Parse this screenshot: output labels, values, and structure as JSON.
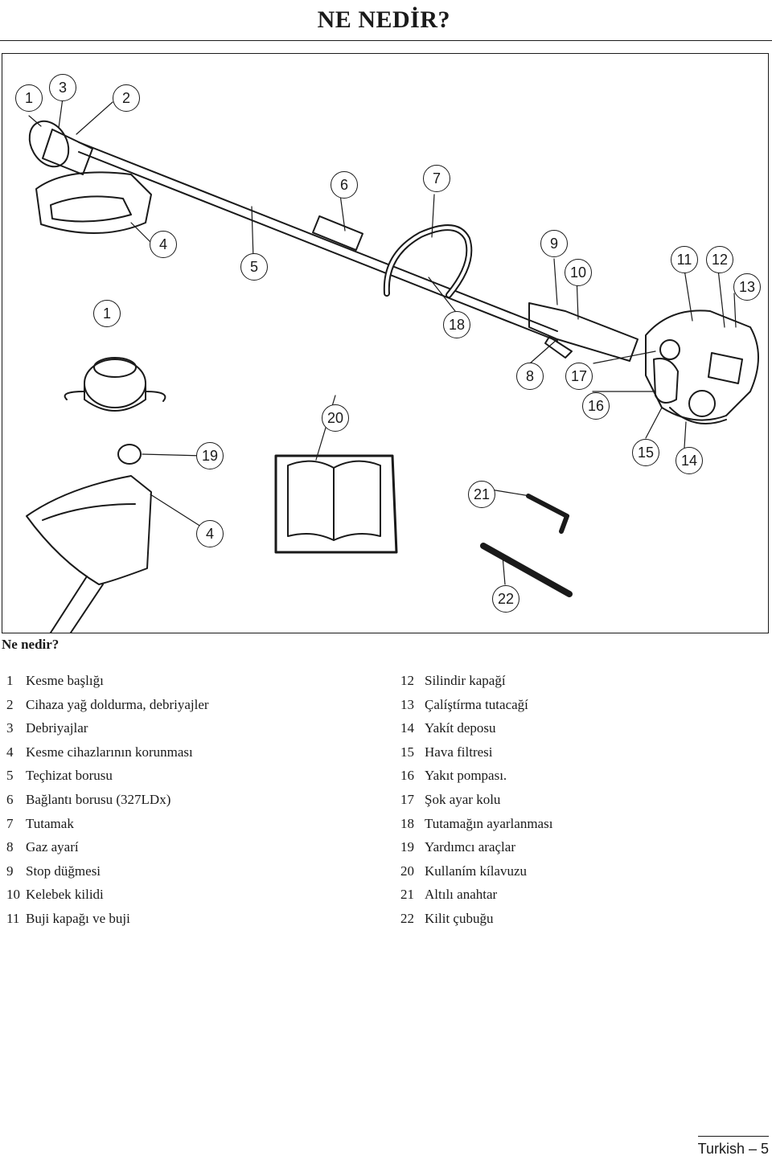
{
  "page": {
    "title": "NE NEDİR?",
    "figure_caption": "Ne nedir?",
    "footer": "Turkish – 5"
  },
  "callouts": [
    "1",
    "3",
    "2",
    "6",
    "7",
    "4",
    "5",
    "9",
    "10",
    "11",
    "12",
    "13",
    "1",
    "18",
    "8",
    "17",
    "16",
    "20",
    "19",
    "15",
    "14",
    "21",
    "4",
    "22"
  ],
  "parts_left": [
    {
      "num": "1",
      "label": "Kesme başlığı"
    },
    {
      "num": "2",
      "label": "Cihaza yağ doldurma, debriyajler"
    },
    {
      "num": "3",
      "label": "Debriyajlar"
    },
    {
      "num": "4",
      "label": "Kesme cihazlarının korunması"
    },
    {
      "num": "5",
      "label": "Teçhizat borusu"
    },
    {
      "num": "6",
      "label": "Bağlantı borusu (327LDx)"
    },
    {
      "num": "7",
      "label": "Tutamak"
    },
    {
      "num": "8",
      "label": "Gaz ayarí"
    },
    {
      "num": "9",
      "label": "Stop düğmesi"
    },
    {
      "num": "10",
      "label": "Kelebek kilidi"
    },
    {
      "num": "11",
      "label": "Buji kapağı ve buji"
    }
  ],
  "parts_right": [
    {
      "num": "12",
      "label": "Silindir kapağí"
    },
    {
      "num": "13",
      "label": "Çalíştírma tutacağí"
    },
    {
      "num": "14",
      "label": "Yakít deposu"
    },
    {
      "num": "15",
      "label": "Hava filtresi"
    },
    {
      "num": "16",
      "label": "Yakıt pompası."
    },
    {
      "num": "17",
      "label": "Şok ayar kolu"
    },
    {
      "num": "18",
      "label": "Tutamağın ayarlanması"
    },
    {
      "num": "19",
      "label": "Yardımcı araçlar"
    },
    {
      "num": "20",
      "label": "Kullaním kílavuzu"
    },
    {
      "num": "21",
      "label": "Altılı anahtar"
    },
    {
      "num": "22",
      "label": "Kilit çubuğu"
    }
  ]
}
